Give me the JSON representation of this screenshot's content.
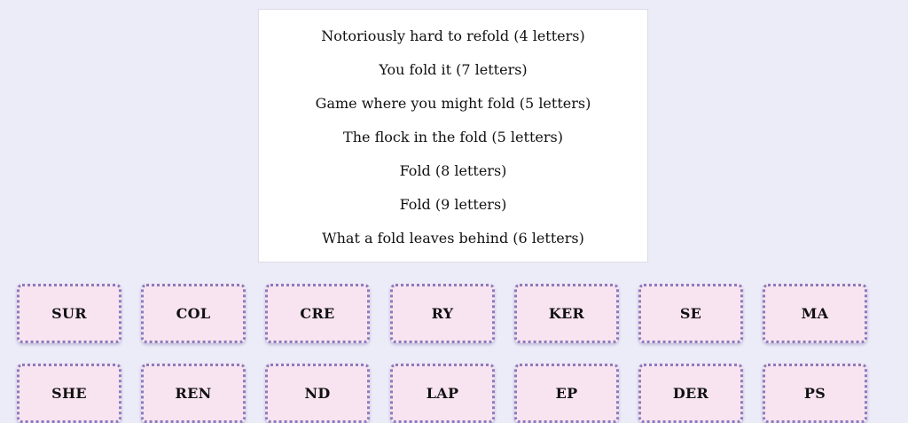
{
  "clues": [
    "Notoriously hard to refold (4 letters)",
    "You fold it (7 letters)",
    "Game where you might fold (5 letters)",
    "The flock in the fold (5 letters)",
    "Fold (8 letters)",
    "Fold (9 letters)",
    "What a fold leaves behind (6 letters)"
  ],
  "tiles": [
    [
      "SUR",
      "COL",
      "CRE",
      "RY",
      "KER",
      "SE",
      "MA"
    ],
    [
      "SHE",
      "REN",
      "ND",
      "LAP",
      "EP",
      "DER",
      "PS"
    ]
  ]
}
